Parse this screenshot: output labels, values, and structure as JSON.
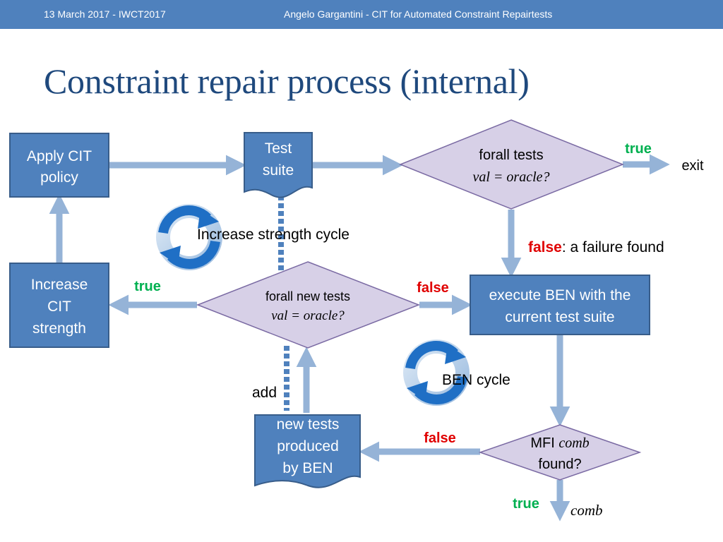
{
  "header": {
    "date": "13 March 2017 - IWCT2017",
    "presenter": "Angelo Gargantini -  CIT for Automated Constraint Repairtests"
  },
  "slide": {
    "title": "Constraint repair process (internal)"
  },
  "diagram": {
    "apply_cit": {
      "line1": "Apply CIT",
      "line2": "policy"
    },
    "test_suite": {
      "line1": "Test",
      "line2": "suite"
    },
    "forall_tests": {
      "line1": "forall tests",
      "line2": "val = oracle?"
    },
    "true_exit": "true",
    "exit": "exit",
    "increase_cycle": "Increase strength cycle",
    "false_failure": {
      "bold": "false",
      "rest": ": a failure found"
    },
    "increase_cit": {
      "line1": "Increase",
      "line2": "CIT",
      "line3": "strength"
    },
    "true_left": "true",
    "forall_new": {
      "line1": "forall new  tests",
      "line2": "val = oracle?"
    },
    "false_right": "false",
    "execute_ben": {
      "line1": "execute BEN with the",
      "line2": "current test suite"
    },
    "ben_cycle": "BEN cycle",
    "add": "add",
    "new_tests": {
      "line1": "new tests",
      "line2": "produced",
      "line3": "by BEN"
    },
    "false_mfi": "false",
    "mfi": {
      "line1_a": "MFI ",
      "line1_b": "comb",
      "line2": "found?"
    },
    "true_bottom": "true",
    "comb": "comb"
  },
  "colors": {
    "header": "#4f81bd",
    "title": "#1f497d",
    "box_fill": "#4f81bd",
    "box_border": "#385d8a",
    "diamond_fill": "#d7d0e7",
    "diamond_border": "#7a6aa3",
    "arrow": "#95b3d7",
    "true_green": "#00b050",
    "false_red": "#e00000"
  }
}
